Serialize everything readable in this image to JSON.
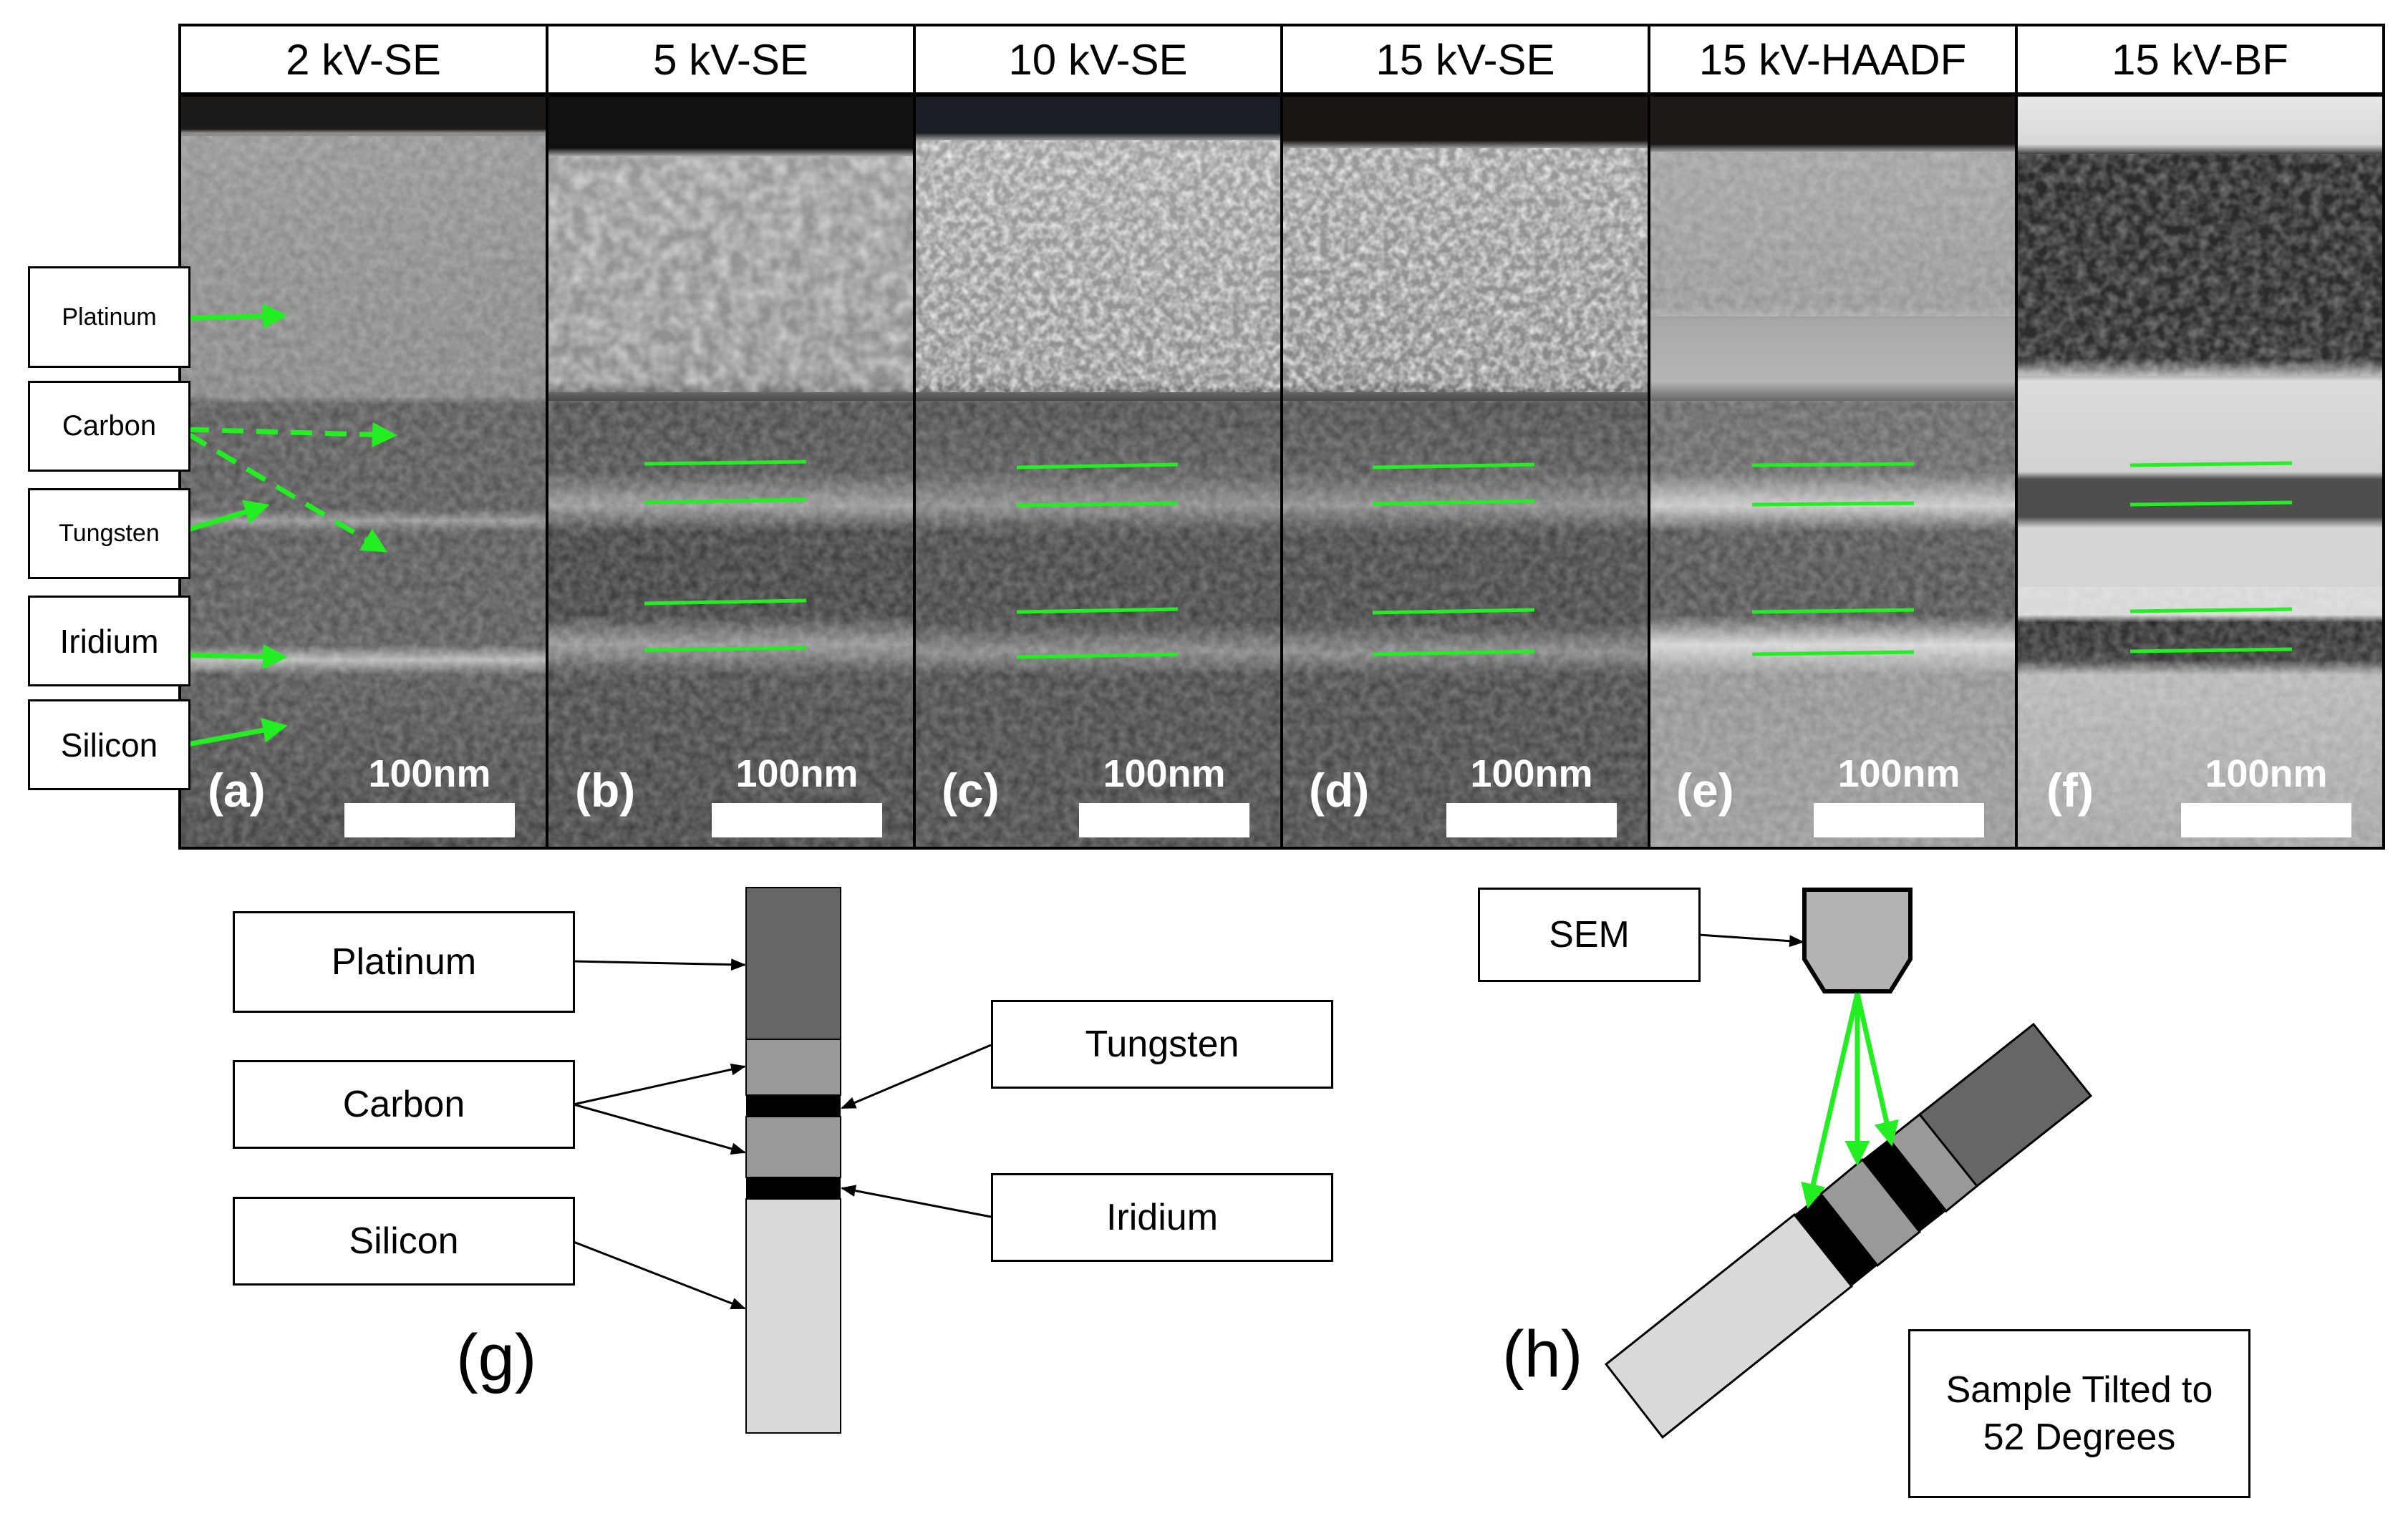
{
  "panels": [
    {
      "header": "2 kV-SE",
      "letter": "(a)",
      "scale": "100nm"
    },
    {
      "header": "5 kV-SE",
      "letter": "(b)",
      "scale": "100nm"
    },
    {
      "header": "10 kV-SE",
      "letter": "(c)",
      "scale": "100nm"
    },
    {
      "header": "15 kV-SE",
      "letter": "(d)",
      "scale": "100nm"
    },
    {
      "header": "15 kV-HAADF",
      "letter": "(e)",
      "scale": "100nm"
    },
    {
      "header": "15 kV-BF",
      "letter": "(f)",
      "scale": "100nm"
    }
  ],
  "panel_a_labels": [
    "Platinum",
    "Carbon",
    "Tungsten",
    "Iridium",
    "Silicon"
  ],
  "diagram_g": {
    "letter": "(g)",
    "labels": {
      "platinum": "Platinum",
      "carbon": "Carbon",
      "silicon": "Silicon",
      "tungsten": "Tungsten",
      "iridium": "Iridium"
    }
  },
  "diagram_h": {
    "letter": "(h)",
    "sem_label": "SEM",
    "note_line1": "Sample Tilted to",
    "note_line2": "52 Degrees"
  },
  "colors": {
    "annotation_green": "#22ee22",
    "platinum_fill": "#666666",
    "carbon_fill": "#999999",
    "metal_fill": "#000000",
    "silicon_fill": "#d9d9d9",
    "sem_fill": "#b3b3b3"
  }
}
